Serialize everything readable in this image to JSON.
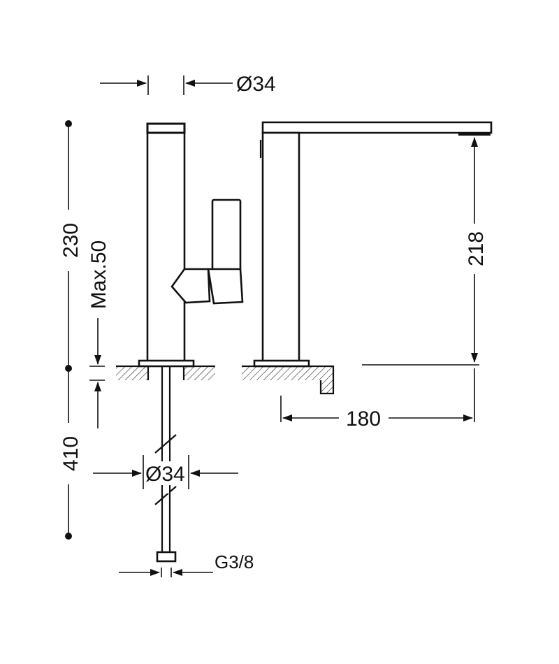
{
  "dimensions": {
    "spout_body_diameter": "Ø34",
    "mounting_hole_diameter": "Ø34",
    "total_height": "230",
    "max_deck_thickness": "Max.50",
    "spout_outlet_height": "218",
    "spout_reach": "180",
    "hose_length": "410",
    "connection_thread": "G3/8"
  },
  "colors": {
    "line": "#111111",
    "background": "#ffffff"
  }
}
